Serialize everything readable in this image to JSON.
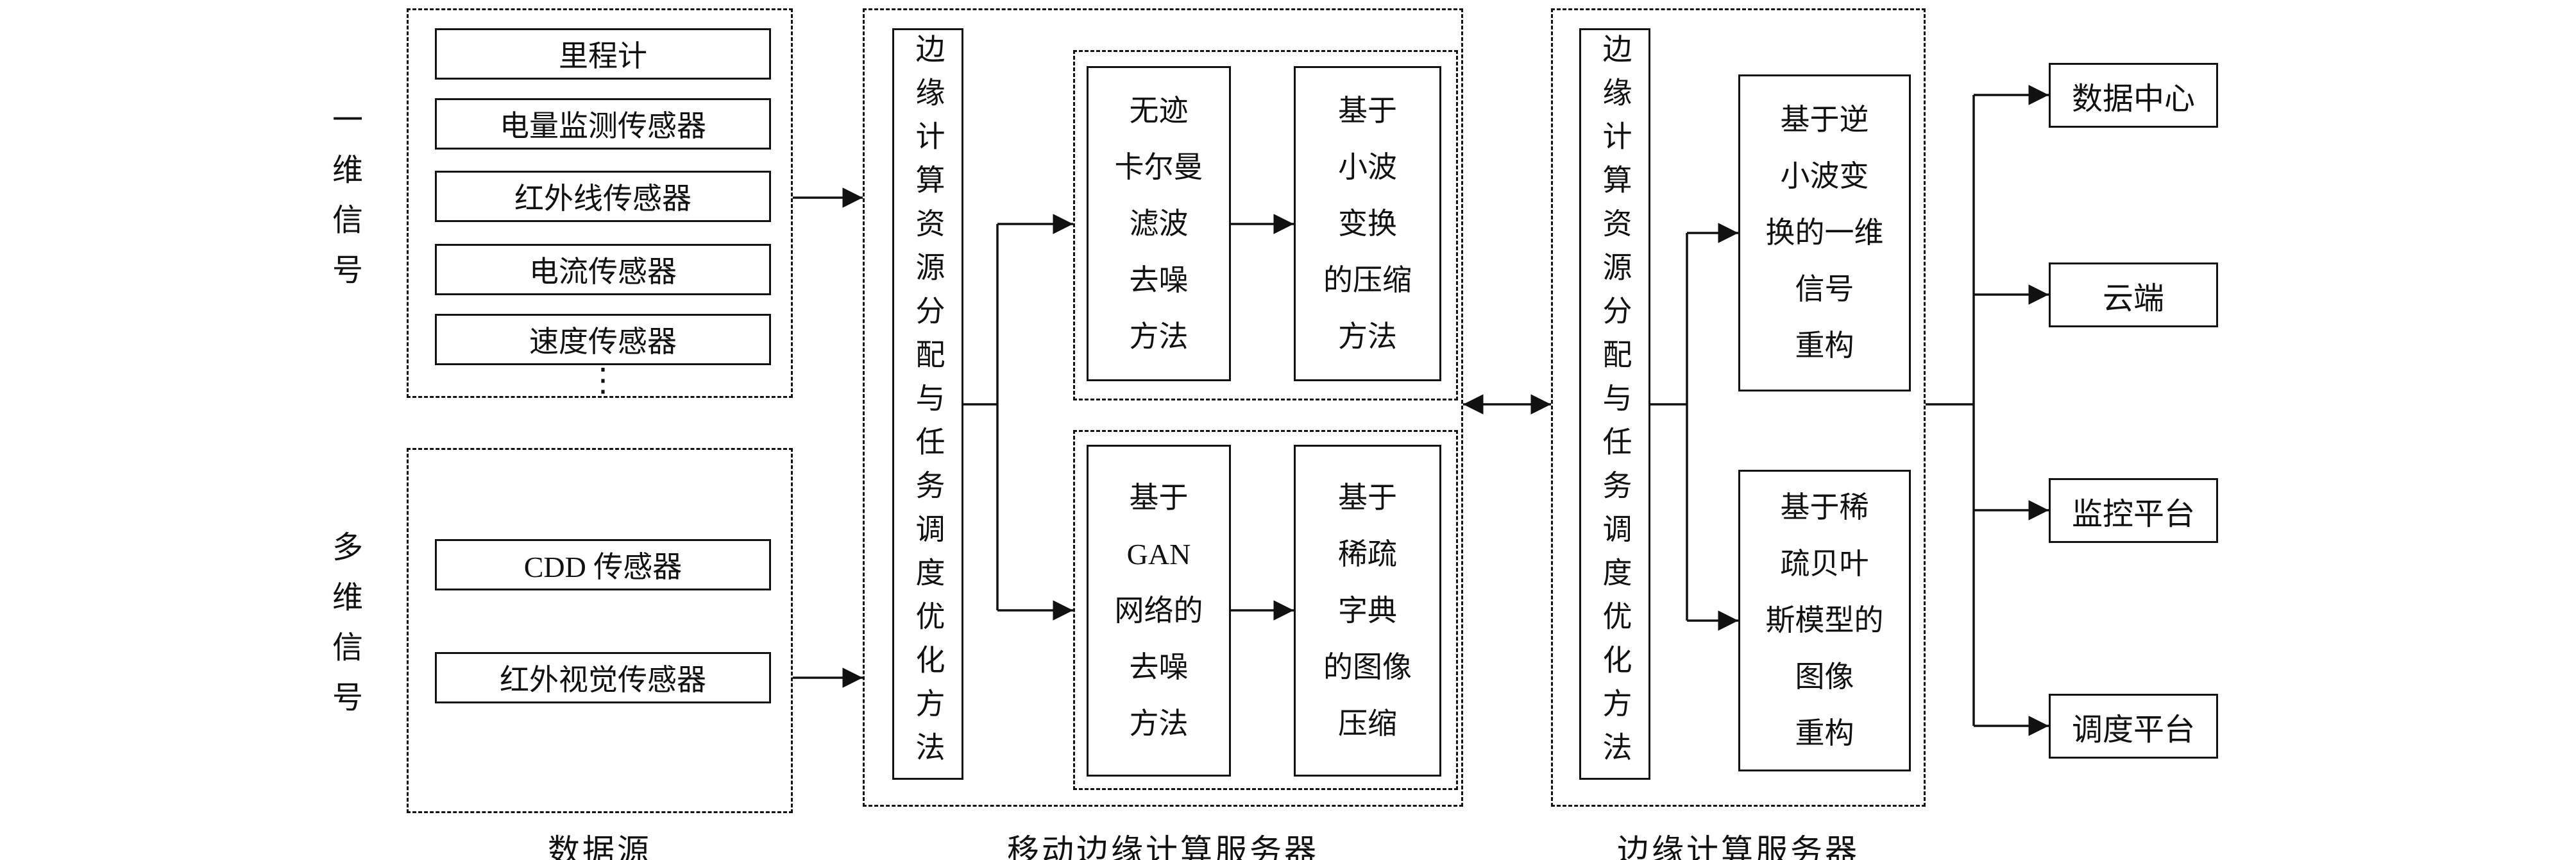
{
  "diagram": {
    "data_source": {
      "caption": "数据源",
      "one_dim": {
        "label": "一维信号",
        "sensors": [
          "里程计",
          "电量监测传感器",
          "红外线传感器",
          "电流传感器",
          "速度传感器"
        ],
        "ellipsis": "⋮"
      },
      "multi_dim": {
        "label": "多维信号",
        "sensors": [
          "CDD 传感器",
          "红外视觉传感器"
        ]
      }
    },
    "mobile_edge_server": {
      "caption": "移动边缘计算服务器",
      "scheduler": "边缘计算资源分配与任务调度优化方法",
      "signal_pipeline": {
        "denoise": "无迹\n卡尔曼\n滤波\n去噪\n方法",
        "compress": "基于\n小波\n变换\n的压缩\n方法"
      },
      "image_pipeline": {
        "denoise": "基于\nGAN\n网络的\n去噪\n方法",
        "compress": "基于\n稀疏\n字典\n的图像\n压缩"
      }
    },
    "edge_server": {
      "caption": "边缘计算服务器",
      "scheduler": "边缘计算资源分配与任务调度优化方法",
      "signal_recon": "基于逆\n小波变\n换的一维\n信号\n重构",
      "image_recon": "基于稀\n疏贝叶\n斯模型的\n图像\n重构"
    },
    "outputs": [
      "数据中心",
      "云端",
      "监控平台",
      "调度平台"
    ]
  }
}
